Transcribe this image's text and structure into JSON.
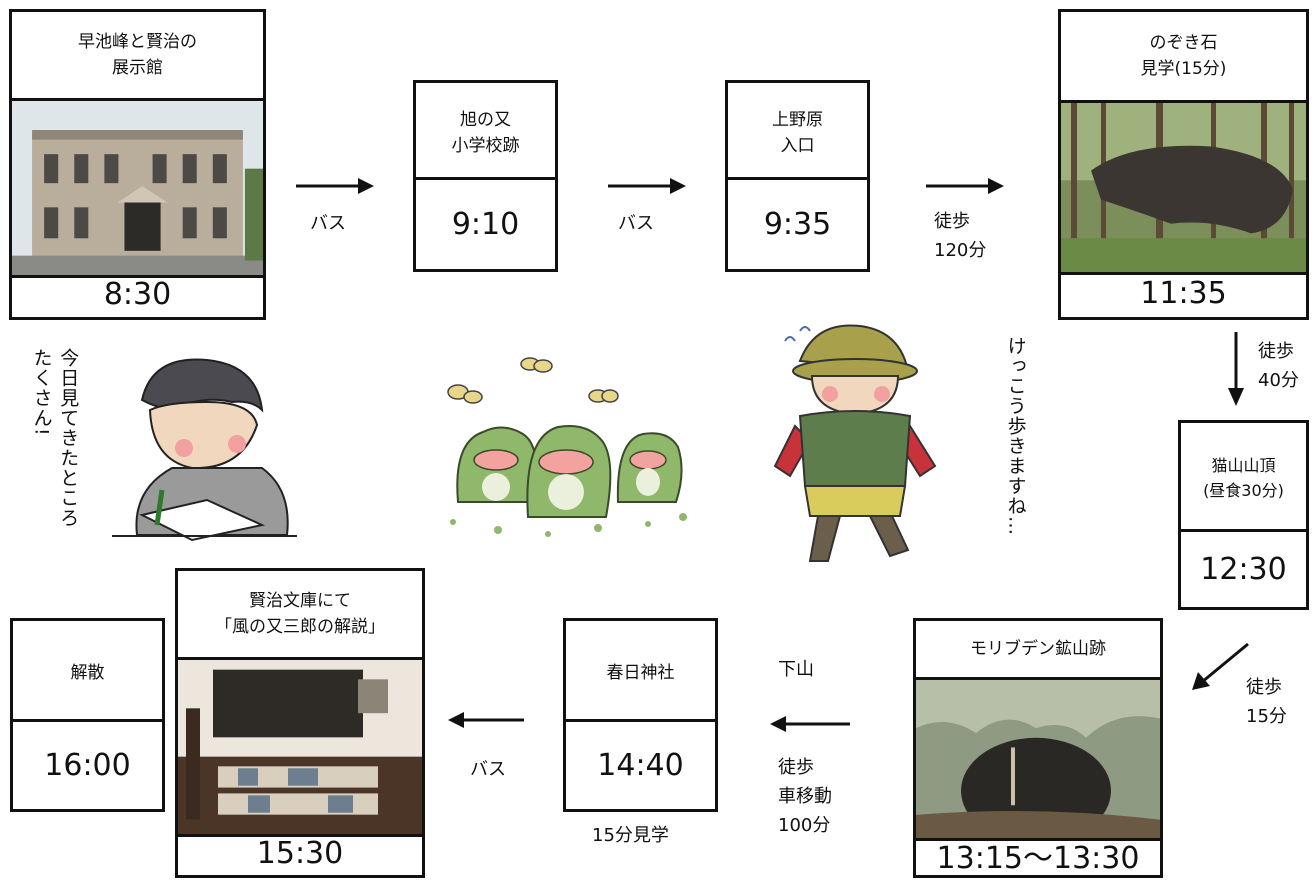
{
  "stops": {
    "museum": {
      "name": "早池峰と賢治の\n展示館",
      "time": "8:30"
    },
    "asahi": {
      "name": "旭の又\n小学校跡",
      "time": "9:10"
    },
    "kaminohara": {
      "name": "上野原\n入口",
      "time": "9:35"
    },
    "nozokiishi": {
      "name": "のぞき石\n見学(15分)",
      "time": "11:35"
    },
    "nekoyama": {
      "name": "猫山山頂\n(昼食30分)",
      "time": "12:30"
    },
    "molybdenum": {
      "name": "モリブデン鉱山跡",
      "time": "13:15〜13:30"
    },
    "kasuga": {
      "name": "春日神社",
      "time": "14:40",
      "note": "15分見学"
    },
    "kenji_library": {
      "name": "賢治文庫にて\n「風の又三郎の解説」",
      "time": "15:30"
    },
    "dismiss": {
      "name": "解散",
      "time": "16:00"
    }
  },
  "legs": {
    "leg1": "バス",
    "leg2": "バス",
    "leg3": "徒歩\n120分",
    "leg4": "徒歩\n40分",
    "leg5": "徒歩\n15分",
    "leg6_top": "下山",
    "leg6_bottom": "徒歩\n車移動\n100分",
    "leg7": "バス"
  },
  "captions": {
    "writing_boy": "今日見てきたところ\nたくさん!",
    "hiker": "けっこう歩きますね…"
  },
  "colors": {
    "line": "#111111",
    "frog": "#8fb86a",
    "hiker_jacket": "#c8323a",
    "hiker_hat": "#a8a04a"
  }
}
